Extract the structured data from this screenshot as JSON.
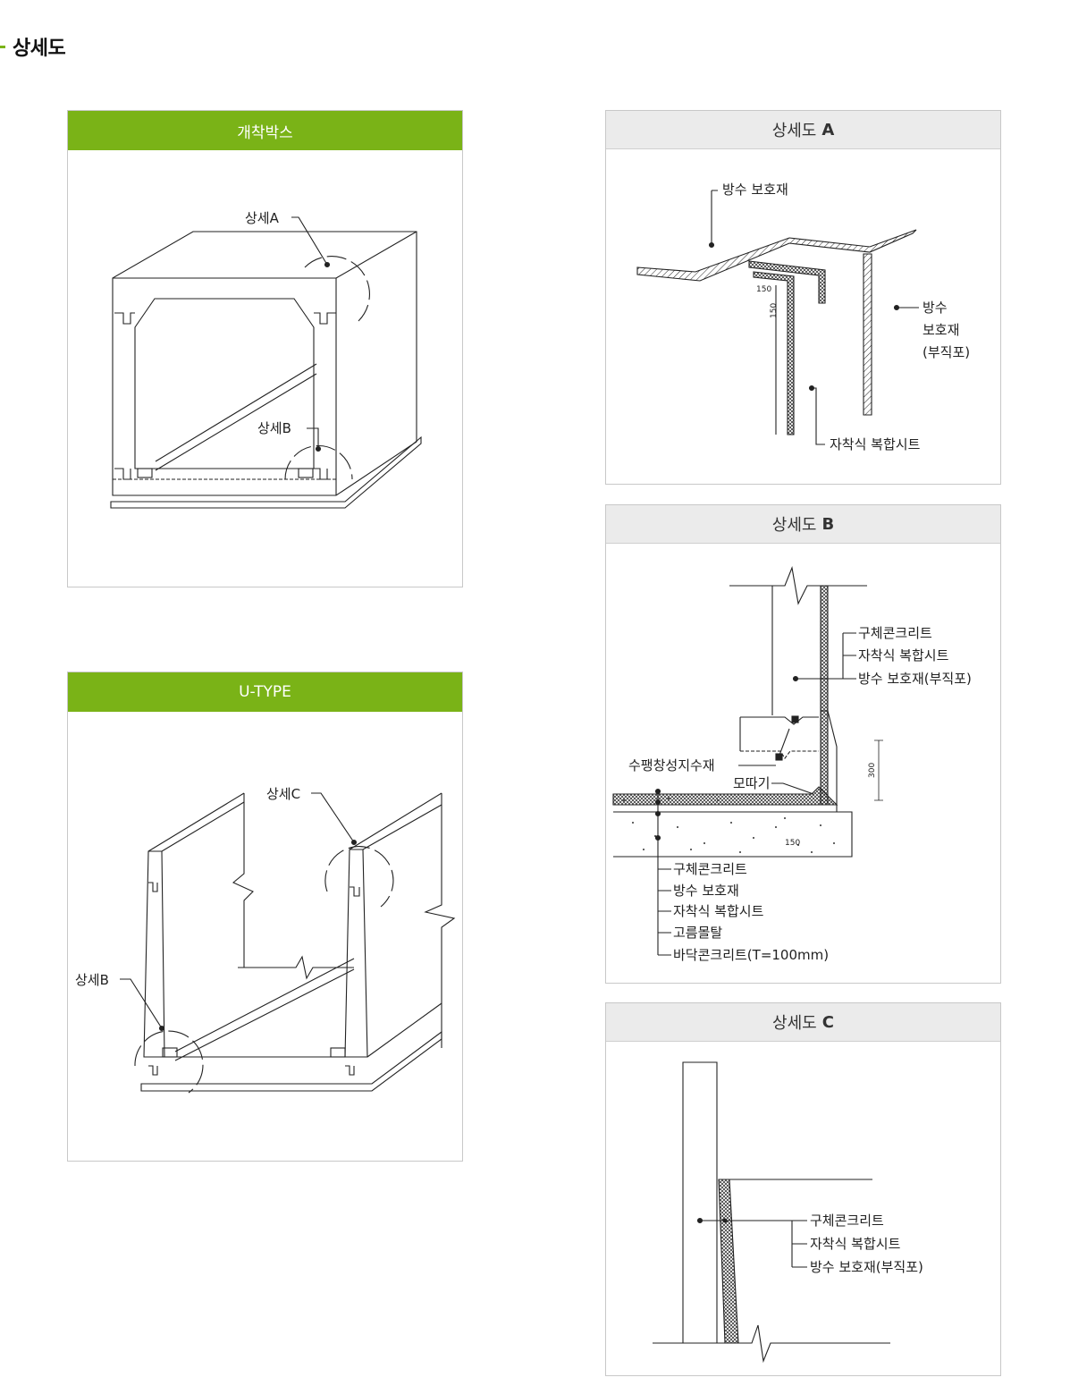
{
  "page": {
    "title": "상세도"
  },
  "panels": {
    "box": {
      "title": "개착박스",
      "callouts": {
        "a": "상세A",
        "b": "상세B"
      }
    },
    "utype": {
      "title": "U-TYPE",
      "callouts": {
        "c": "상세C",
        "b": "상세B"
      }
    },
    "detail_a": {
      "title_prefix": "상세도",
      "title_letter": "A",
      "labels": {
        "protect_top": "방수 보호재",
        "protect_right_1": "방수",
        "protect_right_2": "보호재",
        "protect_right_3": "(부직포)",
        "sheet": "자착식 복합시트",
        "dim_h": "150",
        "dim_v": "150"
      }
    },
    "detail_b": {
      "title_prefix": "상세도",
      "title_letter": "B",
      "wall_labels": [
        "구체콘크리트",
        "자착식 복합시트",
        "방수 보호재(부직포)"
      ],
      "swell": "수팽창성지수재",
      "chamfer": "모따기",
      "dim_300": "300",
      "dim_150": "150",
      "floor_labels": [
        "구체콘크리트",
        "방수 보호재",
        "자착식 복합시트",
        "고름몰탈",
        "바닥콘크리트(T=100mm)"
      ]
    },
    "detail_c": {
      "title_prefix": "상세도",
      "title_letter": "C",
      "labels": [
        "구체콘크리트",
        "자착식 복합시트",
        "방수 보호재(부직포)"
      ]
    }
  },
  "colors": {
    "accent": "#7ab317",
    "header_gray": "#ebebeb"
  }
}
